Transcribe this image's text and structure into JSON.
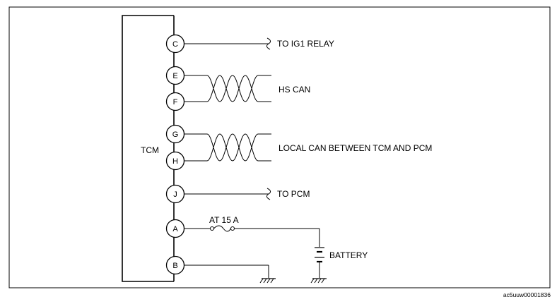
{
  "module": {
    "label": "TCM"
  },
  "pins": [
    {
      "id": "C",
      "label": "C"
    },
    {
      "id": "E",
      "label": "E"
    },
    {
      "id": "F",
      "label": "F"
    },
    {
      "id": "G",
      "label": "G"
    },
    {
      "id": "H",
      "label": "H"
    },
    {
      "id": "J",
      "label": "J"
    },
    {
      "id": "A",
      "label": "A"
    },
    {
      "id": "B",
      "label": "B"
    }
  ],
  "labels": {
    "ig1_relay": "TO IG1 RELAY",
    "hs_can": "HS CAN",
    "local_can": "LOCAL CAN BETWEEN TCM AND PCM",
    "to_pcm": "TO PCM",
    "fuse": "AT 15 A",
    "battery": "BATTERY"
  },
  "footer": {
    "code": "ac5uuw00001836"
  }
}
